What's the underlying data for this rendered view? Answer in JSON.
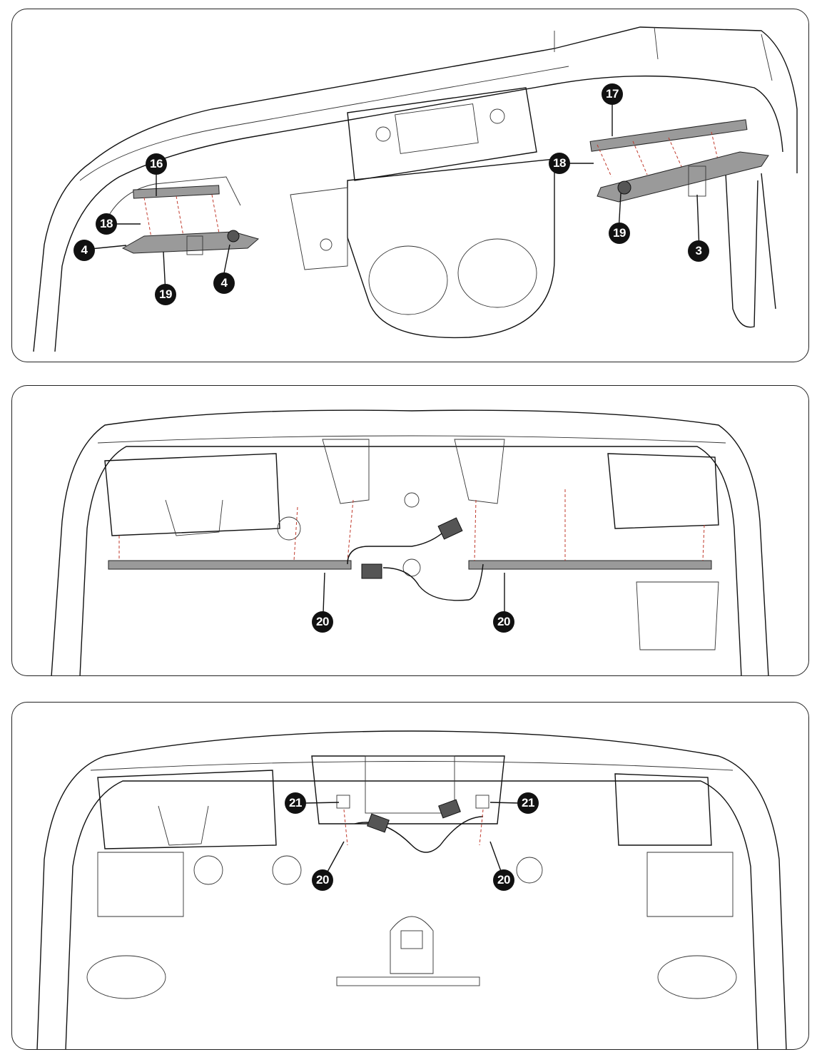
{
  "panels": [
    {
      "id": "top",
      "callouts": [
        "16",
        "17",
        "18",
        "18",
        "4",
        "4",
        "19",
        "19",
        "3"
      ]
    },
    {
      "id": "middle",
      "callouts": [
        "20",
        "20"
      ]
    },
    {
      "id": "bottom",
      "callouts": [
        "21",
        "21",
        "20",
        "20"
      ]
    }
  ],
  "colors": {
    "outline": "#222222",
    "part": "#9a9a9a",
    "dashed_guide": "#c0392b",
    "callout_bg": "#111111",
    "callout_text": "#ffffff"
  }
}
